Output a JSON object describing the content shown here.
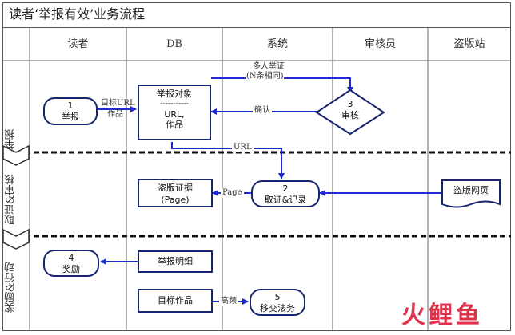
{
  "title": "读者‘举报有效’业务流程",
  "lanes": [
    "读者",
    "DB",
    "系统",
    "审核员",
    "盗版站"
  ],
  "rows": [
    "举报",
    "取证&审核",
    "奖励&行动"
  ],
  "nodes": {
    "report": {
      "num": "1",
      "label": "举报"
    },
    "report_target": {
      "title": "举报对象",
      "sep": "-----------",
      "body1": "URL,",
      "body2": "作品"
    },
    "review": {
      "num": "3",
      "label": "审核"
    },
    "evidence": {
      "line1": "盗版证据",
      "line2": "(Page)"
    },
    "collect": {
      "num": "2",
      "label": "取证&记录"
    },
    "pirate_page": {
      "label": "盗版网页"
    },
    "reward": {
      "num": "4",
      "label": "奖励"
    },
    "report_detail": {
      "label": "举报明细"
    },
    "target_work": {
      "label": "目标作品"
    },
    "legal": {
      "num": "5",
      "label": "移交法务"
    }
  },
  "edge_labels": {
    "target_url": "目标URL",
    "works": "作品",
    "multi_1": "多人举证",
    "multi_2": "(N条相同)",
    "confirm": "确认",
    "url": "URL",
    "page": "Page",
    "high_freq": "高频"
  },
  "watermark": {
    "text": "火鲤鱼",
    "color": "#e0324b"
  },
  "colors": {
    "node_border": "#17246e",
    "arrow": "#1f2bd1"
  }
}
